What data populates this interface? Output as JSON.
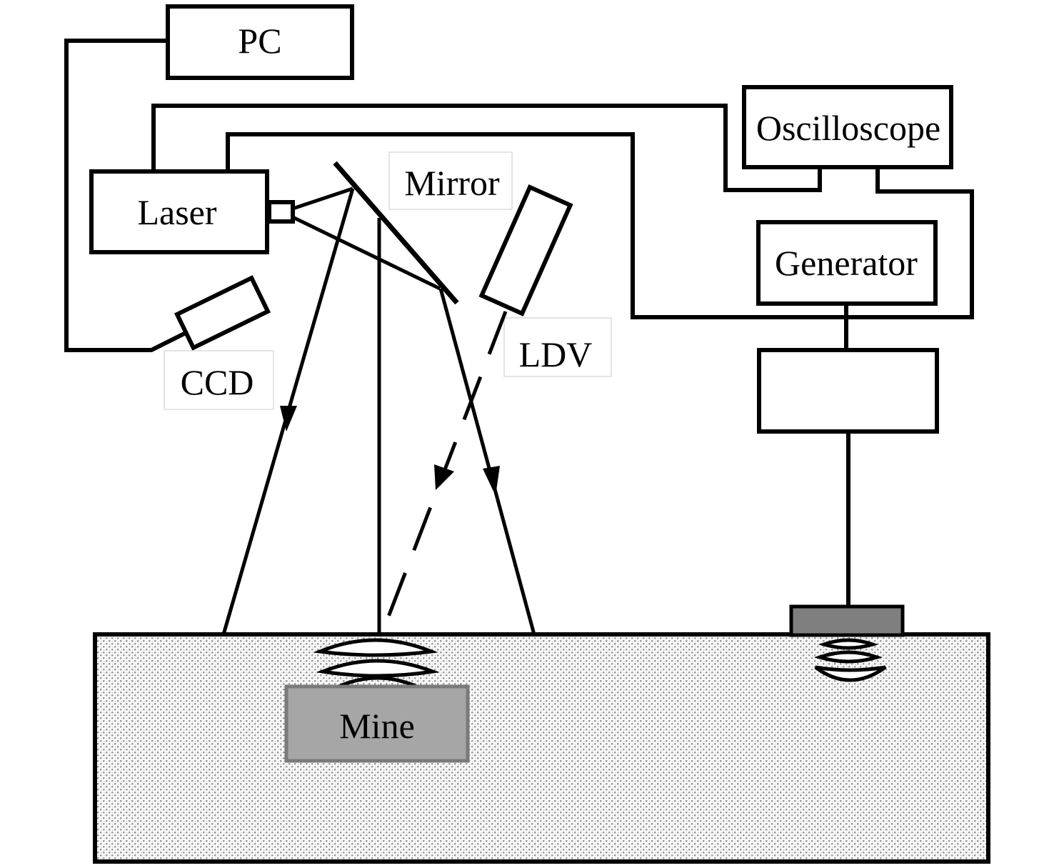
{
  "labels": {
    "pc": "PC",
    "oscilloscope": "Oscilloscope",
    "laser": "Laser",
    "mirror": "Mirror",
    "ldv": "LDV",
    "generator": "Generator",
    "ccd": "CCD",
    "mine": "Mine"
  },
  "colors": {
    "line": "#000000",
    "background": "#ffffff",
    "mine_fill": "#a6a6a6",
    "transducer_fill": "#7f7f7f",
    "ground_dots": "#9a9a9a"
  }
}
